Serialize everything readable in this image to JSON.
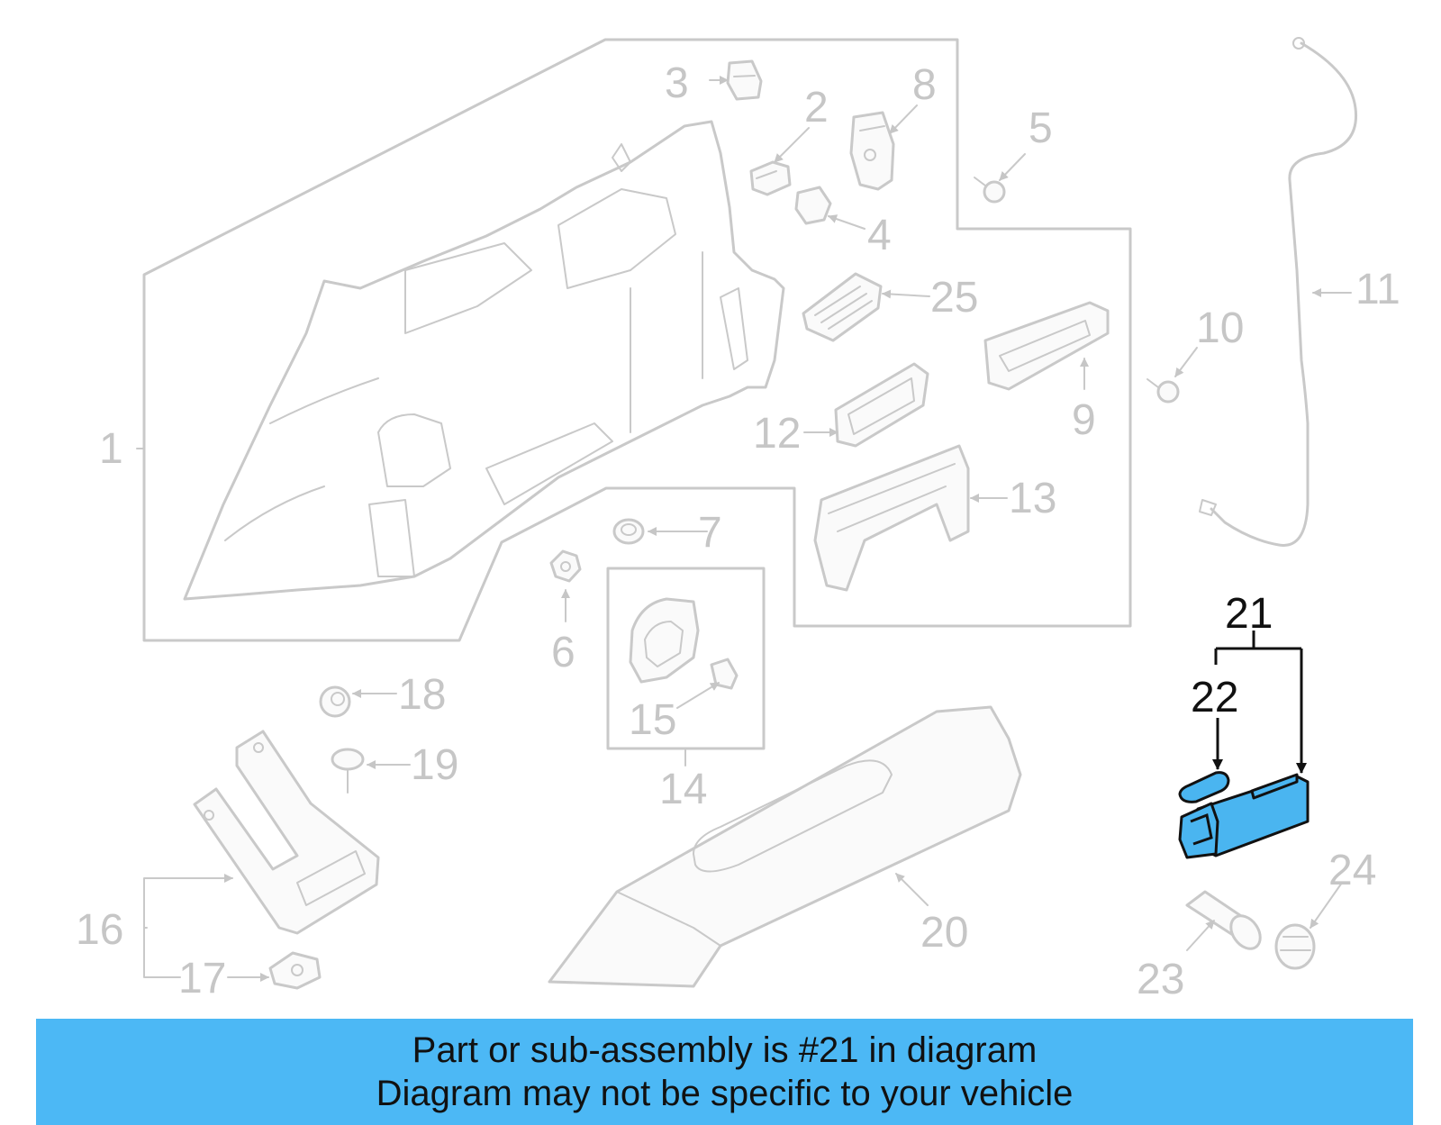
{
  "callouts": {
    "c1": "1",
    "c2": "2",
    "c3": "3",
    "c4": "4",
    "c5": "5",
    "c6": "6",
    "c7": "7",
    "c8": "8",
    "c9": "9",
    "c10": "10",
    "c11": "11",
    "c12": "12",
    "c13": "13",
    "c14": "14",
    "c15": "15",
    "c16": "16",
    "c17": "17",
    "c18": "18",
    "c19": "19",
    "c20": "20",
    "c21": "21",
    "c22": "22",
    "c23": "23",
    "c24": "24",
    "c25": "25"
  },
  "highlighted_part": "21",
  "highlight_color": "#4cb8f5",
  "banner": {
    "line1": "Part or sub-assembly is #21 in diagram",
    "line2": "Diagram may not be specific to your vehicle"
  }
}
